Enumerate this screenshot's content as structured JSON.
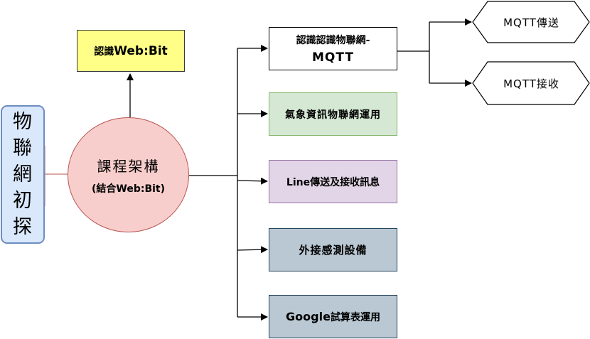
{
  "title": {
    "chars": [
      "物",
      "聯",
      "網",
      "初",
      "探"
    ]
  },
  "center": {
    "main": "課程架構",
    "sub": "(結合Web:Bit)"
  },
  "nodes": {
    "webbit": {
      "prefix": "認識",
      "bold": "Web:Bit"
    },
    "mqtt": {
      "line1": "認識認識物聯網-",
      "line2": "MQTT"
    },
    "weather": "氣象資訊物聯網運用",
    "line": "Line傳送及接收訊息",
    "sensor": "外接感測設備",
    "google": {
      "bold": "Google",
      "rest": "試算表運用"
    },
    "mqtt_send": "MQTT傳送",
    "mqtt_receive": "MQTT接收"
  },
  "colors": {
    "title_fill": "#dae8fc",
    "title_stroke": "#6c8ebf",
    "center_fill": "#f8cecc",
    "center_stroke": "#b85450",
    "webbit_fill": "#ffff88",
    "weather_fill": "#d5e8d4",
    "line_fill": "#e1d5e7",
    "sensor_fill": "#bac8d3",
    "google_fill": "#bac8d3"
  }
}
